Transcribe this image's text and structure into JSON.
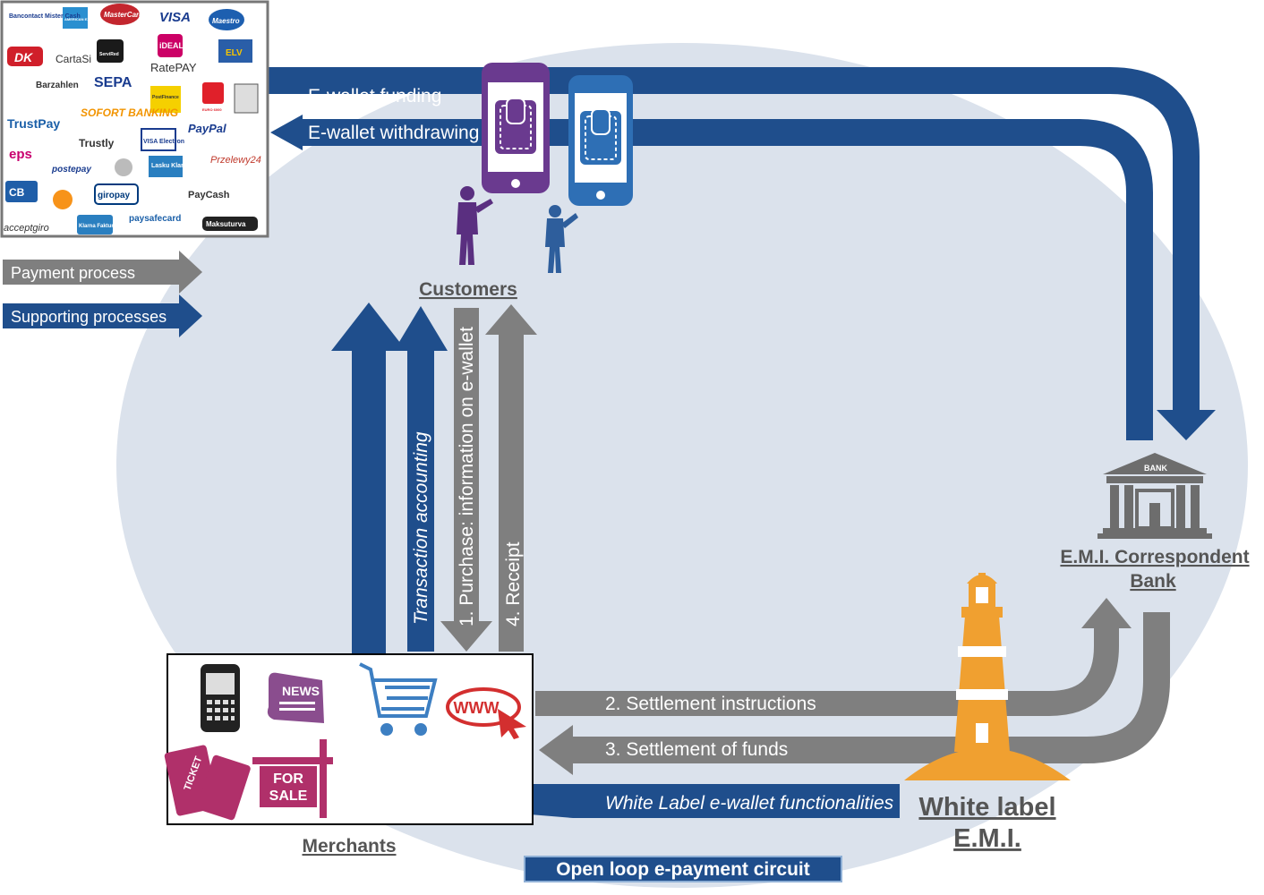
{
  "colors": {
    "navy": "#1f4e8c",
    "gray": "#7f7f7f",
    "ellipse": "#dbe2ec",
    "purple": "#6a3a8f",
    "blue": "#2e6fb5",
    "orange": "#f0a030",
    "magenta": "#b0306a"
  },
  "legend": {
    "payment_process": "Payment process",
    "supporting_processes": "Supporting processes"
  },
  "flows": {
    "ewallet_funding": "E-wallet funding",
    "ewallet_withdrawing": "E-wallet withdrawing",
    "transaction_accounting": "Transaction accounting",
    "purchase": "1. Purchase: information on e-wallet",
    "receipt": "4. Receipt",
    "settlement_instructions": "2. Settlement  instructions",
    "settlement_funds": "3. Settlement  of funds",
    "white_label_functionalities": "White Label e-wallet functionalities"
  },
  "nodes": {
    "customers": "Customers",
    "merchants": "Merchants",
    "bank_line1": "E.M.I. Correspondent",
    "bank_line2": "Bank",
    "bank_sign": "BANK",
    "emi_line1": "White label",
    "emi_line2": "E.M.I."
  },
  "footer_label": "Open loop e-payment circuit",
  "payment_logos": [
    "Bancontact Mister Cash",
    "AMERICAN EXPRESS",
    "MasterCard",
    "VISA",
    "Maestro",
    "DK",
    "CartaSi",
    "ServiRed",
    "iDEAL",
    "RatePAY",
    "ELV",
    "Barzahlen",
    "SEPA",
    "PostFinance",
    "EURO 6000",
    "TrustPay",
    "SOFORT BANKING",
    "PayPal",
    "eps",
    "Trustly",
    "VISA Electron",
    "postepay",
    "Lasku Klarna",
    "Przelewy24",
    "CB",
    "giropay",
    "PayCash",
    "acceptgiro",
    "Klarna Faktura",
    "paysafecard",
    "Maksuturva"
  ],
  "merchant_icons": [
    "NEWS",
    "WWW",
    "TICKET",
    "FOR",
    "SALE"
  ]
}
